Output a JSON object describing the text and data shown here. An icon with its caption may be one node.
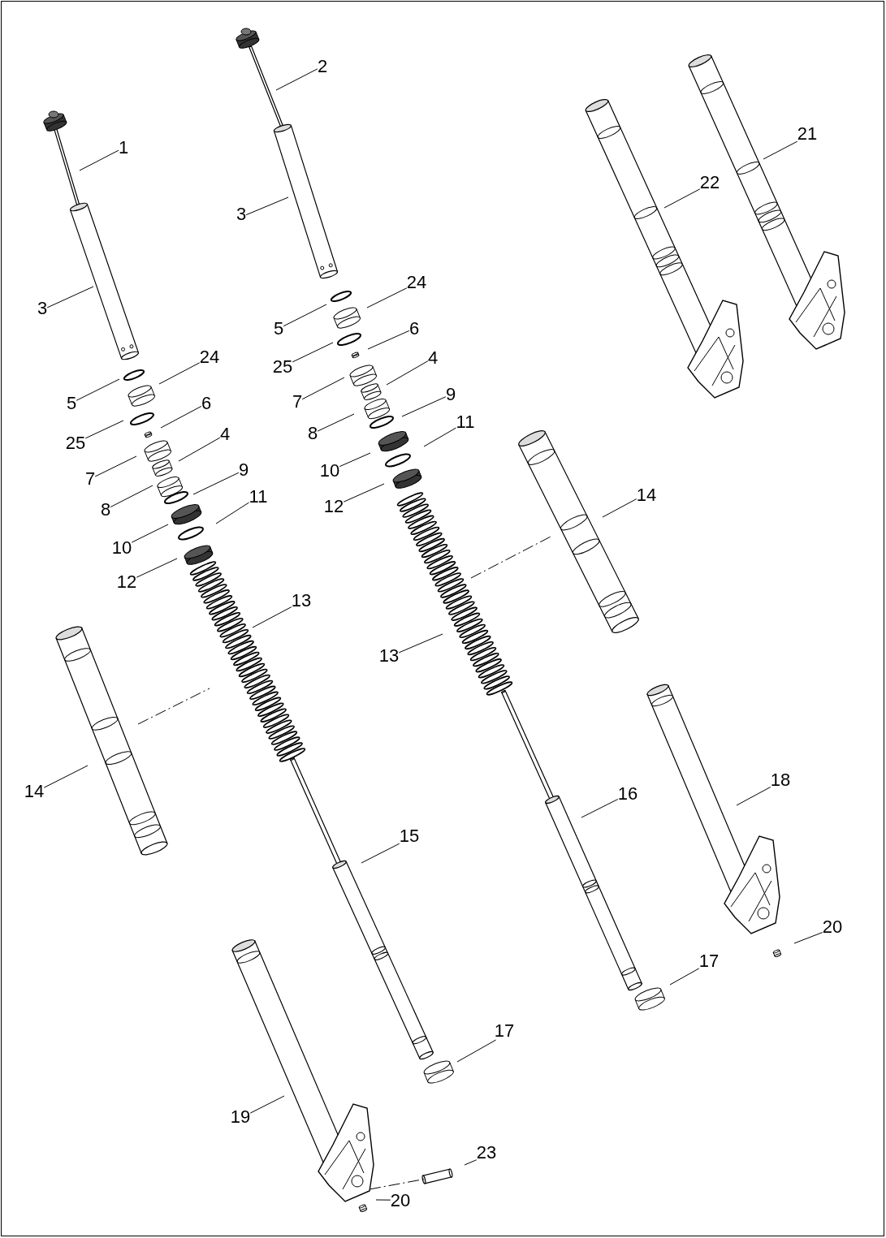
{
  "diagram": {
    "nodes": [
      {
        "text": [
          "2"
        ]
      },
      {
        "text": [
          "21"
        ]
      },
      {
        "text": [
          "1"
        ]
      },
      {
        "text": [
          "22"
        ]
      },
      {
        "text": [
          "3"
        ]
      },
      {
        "text": [
          "24"
        ]
      },
      {
        "text": [
          "3"
        ]
      },
      {
        "text": [
          "5"
        ]
      },
      {
        "text": [
          "6"
        ]
      },
      {
        "text": [
          "25"
        ]
      },
      {
        "text": [
          "24"
        ]
      },
      {
        "text": [
          "4"
        ]
      },
      {
        "text": [
          "7"
        ]
      },
      {
        "text": [
          "9"
        ]
      },
      {
        "text": [
          "5"
        ]
      },
      {
        "text": [
          "6"
        ]
      },
      {
        "text": [
          "8"
        ]
      },
      {
        "text": [
          "11"
        ]
      },
      {
        "text": [
          "4"
        ]
      },
      {
        "text": [
          "25"
        ]
      },
      {
        "text": [
          "9"
        ]
      },
      {
        "text": [
          "10"
        ]
      },
      {
        "text": [
          "7"
        ]
      },
      {
        "text": [
          "14"
        ]
      },
      {
        "text": [
          "11"
        ]
      },
      {
        "text": [
          "12"
        ]
      },
      {
        "text": [
          "8"
        ]
      },
      {
        "text": [
          "10"
        ]
      },
      {
        "text": [
          "12"
        ]
      },
      {
        "text": [
          "13"
        ]
      },
      {
        "text": [
          "13"
        ]
      },
      {
        "text": [
          "18"
        ]
      },
      {
        "text": [
          "14"
        ]
      },
      {
        "text": [
          "16"
        ]
      },
      {
        "text": [
          "15"
        ]
      },
      {
        "text": [
          "20"
        ]
      },
      {
        "text": [
          "17"
        ]
      },
      {
        "text": [
          "17"
        ]
      },
      {
        "text": [
          "19"
        ]
      },
      {
        "text": [
          "23"
        ]
      },
      {
        "text": [
          "20"
        ]
      }
    ],
    "edges": [
      {
        "from": 0,
        "to": null,
        "arrow": "none"
      },
      {
        "from": 1,
        "to": null,
        "arrow": "none"
      },
      {
        "from": 2,
        "to": null,
        "arrow": "none"
      },
      {
        "from": 3,
        "to": null,
        "arrow": "none"
      },
      {
        "from": 4,
        "to": null,
        "arrow": "none"
      },
      {
        "from": 5,
        "to": null,
        "arrow": "none"
      },
      {
        "from": 6,
        "to": null,
        "arrow": "none"
      },
      {
        "from": 7,
        "to": null,
        "arrow": "none"
      },
      {
        "from": 8,
        "to": null,
        "arrow": "none"
      },
      {
        "from": 9,
        "to": null,
        "arrow": "none"
      },
      {
        "from": 10,
        "to": null,
        "arrow": "none"
      },
      {
        "from": 11,
        "to": null,
        "arrow": "none"
      },
      {
        "from": 12,
        "to": null,
        "arrow": "none"
      },
      {
        "from": 13,
        "to": null,
        "arrow": "none"
      },
      {
        "from": 14,
        "to": null,
        "arrow": "none"
      },
      {
        "from": 15,
        "to": null,
        "arrow": "none"
      },
      {
        "from": 16,
        "to": null,
        "arrow": "none"
      },
      {
        "from": 17,
        "to": null,
        "arrow": "none"
      },
      {
        "from": 18,
        "to": null,
        "arrow": "none"
      },
      {
        "from": 19,
        "to": null,
        "arrow": "none"
      },
      {
        "from": 20,
        "to": null,
        "arrow": "none"
      },
      {
        "from": 21,
        "to": null,
        "arrow": "none"
      },
      {
        "from": 22,
        "to": null,
        "arrow": "none"
      },
      {
        "from": 23,
        "to": null,
        "arrow": "none"
      },
      {
        "from": 24,
        "to": null,
        "arrow": "none"
      },
      {
        "from": 25,
        "to": null,
        "arrow": "none"
      },
      {
        "from": 26,
        "to": null,
        "arrow": "none"
      },
      {
        "from": 27,
        "to": null,
        "arrow": "none"
      },
      {
        "from": 28,
        "to": null,
        "arrow": "none"
      },
      {
        "from": 29,
        "to": null,
        "arrow": "none"
      },
      {
        "from": 30,
        "to": null,
        "arrow": "none"
      },
      {
        "from": 31,
        "to": null,
        "arrow": "none"
      },
      {
        "from": 32,
        "to": null,
        "arrow": "none"
      },
      {
        "from": 33,
        "to": null,
        "arrow": "none"
      },
      {
        "from": 34,
        "to": null,
        "arrow": "none"
      },
      {
        "from": 35,
        "to": null,
        "arrow": "none"
      },
      {
        "from": 36,
        "to": null,
        "arrow": "none"
      },
      {
        "from": 37,
        "to": null,
        "arrow": "none"
      },
      {
        "from": 38,
        "to": null,
        "arrow": "none"
      },
      {
        "from": 39,
        "to": null,
        "arrow": "none"
      },
      {
        "from": 40,
        "to": null,
        "arrow": "none"
      }
    ]
  }
}
